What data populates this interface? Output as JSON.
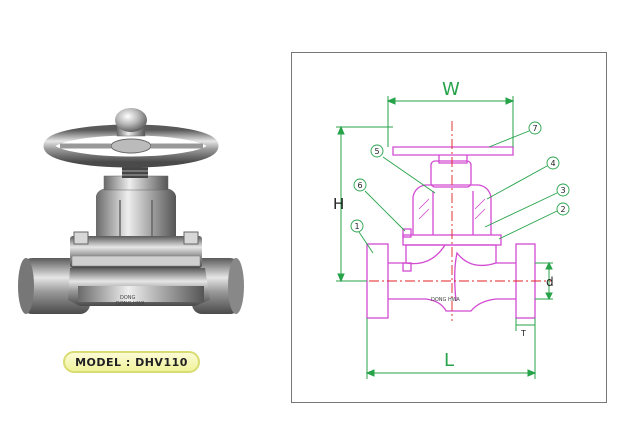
{
  "photo": {
    "model_label": "MODEL : DHV110",
    "stamp_text_1": "DONG",
    "stamp_text_2": "DONG HWA"
  },
  "drawing": {
    "dim_width": "W",
    "dim_height": "H",
    "dim_length": "L",
    "dim_bore": "d",
    "dim_thickness": "T",
    "body_marking": "DONG HWA",
    "callouts": [
      "1",
      "2",
      "3",
      "4",
      "5",
      "6",
      "7"
    ]
  },
  "colors": {
    "drawing_line": "#d24ad2",
    "dimension_line": "#27a34a",
    "centerline": "#e02020",
    "badge_fill": "#f1f39a"
  }
}
